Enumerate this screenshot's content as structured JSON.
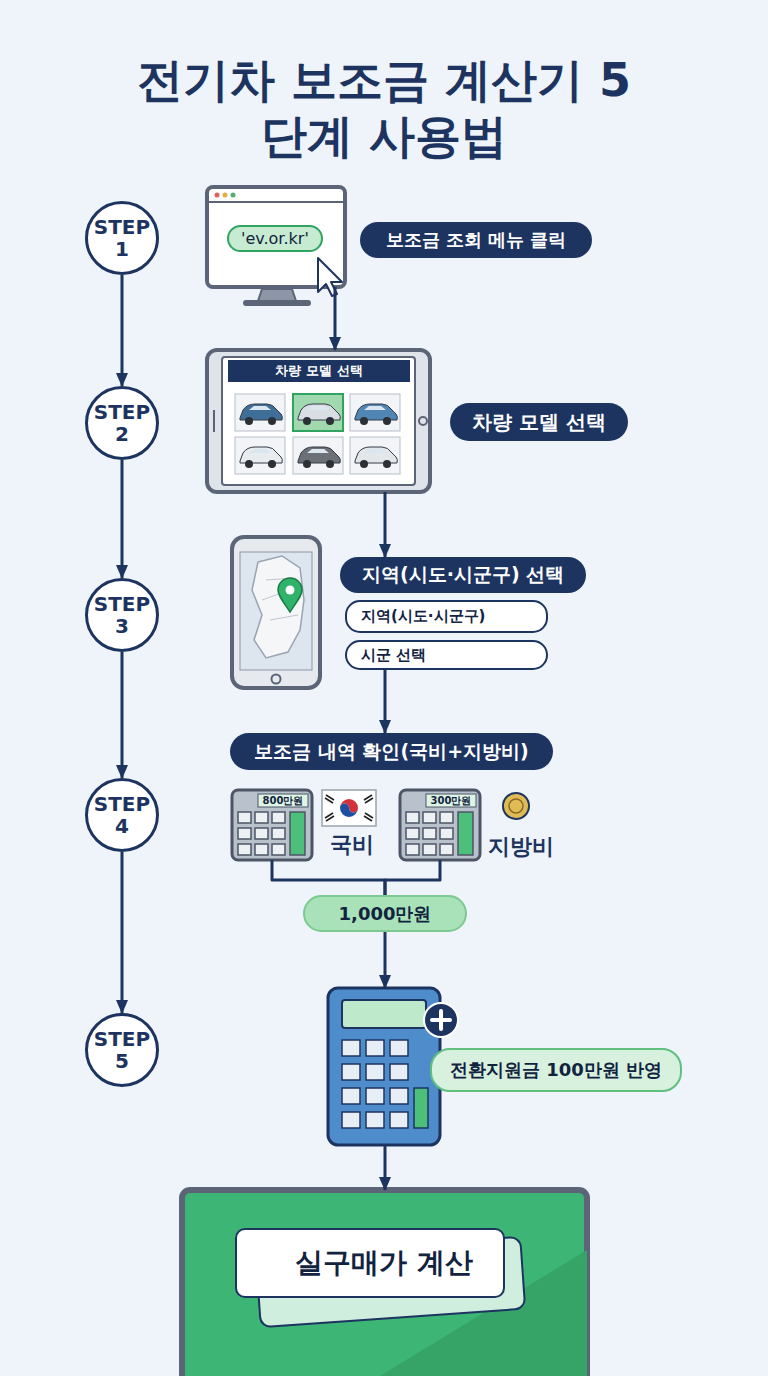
{
  "diagram": {
    "title": "전기차 보조금 계산기 5단계 사용법",
    "nodes": [
      {
        "text": [
          "STEP 1"
        ]
      },
      {
        "text": [
          "'ev.or.kr'"
        ]
      },
      {
        "text": [
          "보조금 조회 메뉴 클릭"
        ]
      },
      {
        "text": [
          "차량 모델 선택"
        ]
      },
      {
        "text": [
          "STEP 2"
        ]
      },
      {
        "text": [
          "차량 모델 선택"
        ]
      },
      {
        "text": [
          "STEP 3"
        ]
      },
      {
        "text": [
          "지역(시도·시군구) 선택"
        ]
      },
      {
        "text": [
          "지역(시도·시군구)"
        ]
      },
      {
        "text": [
          "시군 선택"
        ]
      },
      {
        "text": [
          "보조금 내역 확인(국비+지방비)"
        ]
      },
      {
        "text": [
          "STEP 4"
        ]
      },
      {
        "text": [
          "800만원",
          "국비"
        ]
      },
      {
        "text": [
          "300만원",
          "지방비"
        ]
      },
      {
        "text": [
          "1,000만원"
        ]
      },
      {
        "text": [
          "STEP 5"
        ]
      },
      {
        "text": [
          "전환지원금 100만원 반영"
        ]
      },
      {
        "text": [
          "실구매가 계산"
        ]
      }
    ],
    "edges": [
      {
        "from": 0,
        "to": 4,
        "arrow": "to"
      },
      {
        "from": 4,
        "to": 6,
        "arrow": "to"
      },
      {
        "from": 6,
        "to": 11,
        "arrow": "to"
      },
      {
        "from": 11,
        "to": 15,
        "arrow": "to"
      },
      {
        "from": 1,
        "to": 3,
        "arrow": "to"
      },
      {
        "from": 3,
        "to": 7,
        "arrow": "to"
      },
      {
        "from": 9,
        "to": 10,
        "arrow": "to"
      },
      {
        "from": 12,
        "to": 14,
        "arrow": "none"
      },
      {
        "from": 13,
        "to": 14,
        "arrow": "none"
      },
      {
        "from": 14,
        "to": 16,
        "arrow": "to"
      },
      {
        "from": 16,
        "to": 17,
        "arrow": "to"
      }
    ]
  }
}
